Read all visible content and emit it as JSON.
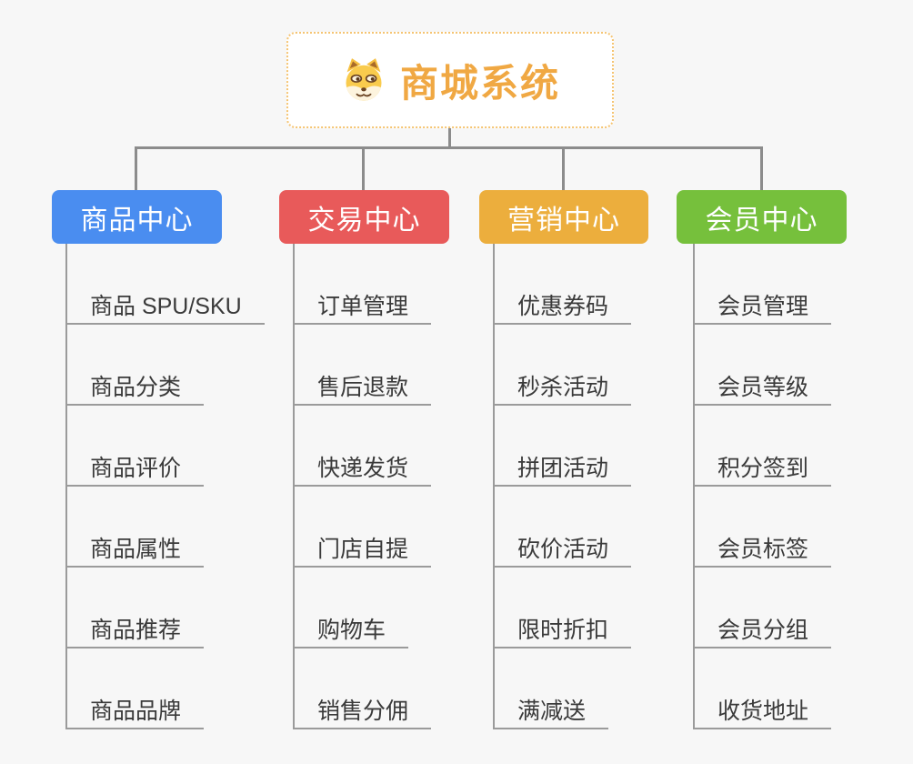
{
  "page": {
    "background_color": "#f7f7f7",
    "connector_color": "#8c8c8c",
    "underline_color": "#9b9b9b"
  },
  "root": {
    "title": "商城系统",
    "icon": "dog-face-icon",
    "title_color": "#f0a843",
    "border_color": "#f5c472"
  },
  "branches": [
    {
      "label": "商品中心",
      "color": "#4a8df0",
      "children": [
        "商品 SPU/SKU",
        "商品分类",
        "商品评价",
        "商品属性",
        "商品推荐",
        "商品品牌"
      ]
    },
    {
      "label": "交易中心",
      "color": "#e85a5a",
      "children": [
        "订单管理",
        "售后退款",
        "快递发货",
        "门店自提",
        "购物车",
        "销售分佣"
      ]
    },
    {
      "label": "营销中心",
      "color": "#ecae3d",
      "children": [
        "优惠券码",
        "秒杀活动",
        "拼团活动",
        "砍价活动",
        "限时折扣",
        "满减送"
      ]
    },
    {
      "label": "会员中心",
      "color": "#76c03c",
      "children": [
        "会员管理",
        "会员等级",
        "积分签到",
        "会员标签",
        "会员分组",
        "收货地址"
      ]
    }
  ]
}
